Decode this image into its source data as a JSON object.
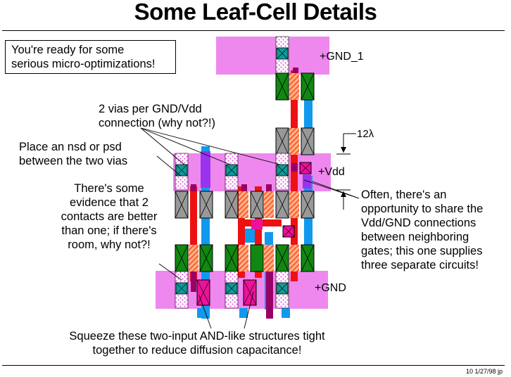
{
  "title": "Some Leaf-Cell Details",
  "intro": [
    "You're ready for some",
    "serious micro-optimizations!"
  ],
  "notes": {
    "vias_per_connection": [
      "2 vias per GND/Vdd",
      "connection (why not?!)"
    ],
    "nsd_psd": [
      "Place an nsd or psd",
      "between the two vias"
    ],
    "two_contacts": [
      "There's some",
      "evidence that 2",
      "contacts are better",
      "than one; if there's",
      "room, why not?!"
    ],
    "share_connections": [
      "Often, there's an",
      "opportunity to share the",
      "Vdd/GND connections",
      "between neighboring",
      "gates; this one supplies",
      "three separate circuits!"
    ],
    "squeeze": [
      "Squeeze these two-input AND-like structures tight",
      "together to reduce diffusion capacitance!"
    ]
  },
  "rail_labels": {
    "gnd1": "+GND_1",
    "vdd": "+Vdd",
    "gnd": "+GND"
  },
  "dimension_label": "12λ",
  "footer": "10  1/27/98  jp",
  "colors": {
    "rail": "#ee88ee",
    "metal2": "#1199ee",
    "poly": "#ee1111",
    "ndiff": "#118811",
    "contact_gray": "#999999",
    "via_teal": "#119999",
    "pselect": "#ee1199",
    "purple": "#9933ee",
    "dark_red": "#990066",
    "select_dots": "#dd66dd",
    "stripe": "#ff6633"
  }
}
